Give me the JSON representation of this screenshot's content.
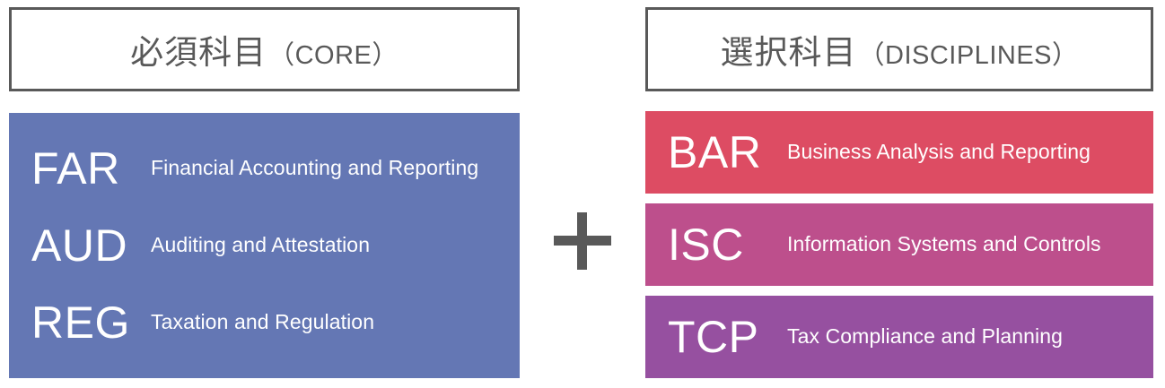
{
  "core": {
    "header": {
      "jp": "必須科目",
      "en": "（CORE）"
    },
    "panel_color": "#6477b4",
    "subjects": [
      {
        "code": "FAR",
        "description": "Financial Accounting and Reporting"
      },
      {
        "code": "AUD",
        "description": "Auditing and Attestation"
      },
      {
        "code": "REG",
        "description": "Taxation and Regulation"
      }
    ]
  },
  "operator": {
    "symbol": "+",
    "color": "#595959"
  },
  "disciplines": {
    "header": {
      "jp": "選択科目",
      "en": "（DISCIPLINES）"
    },
    "subjects": [
      {
        "code": "BAR",
        "description": "Business Analysis and Reporting",
        "color": "#dd4c63"
      },
      {
        "code": "ISC",
        "description": "Information Systems and Controls",
        "color": "#bd4f8c"
      },
      {
        "code": "TCP",
        "description": "Tax Compliance and Planning",
        "color": "#9650a0"
      }
    ]
  },
  "theme": {
    "border_color": "#595959",
    "header_text_color": "#595959",
    "subject_text_color": "#ffffff",
    "background": "#ffffff"
  }
}
